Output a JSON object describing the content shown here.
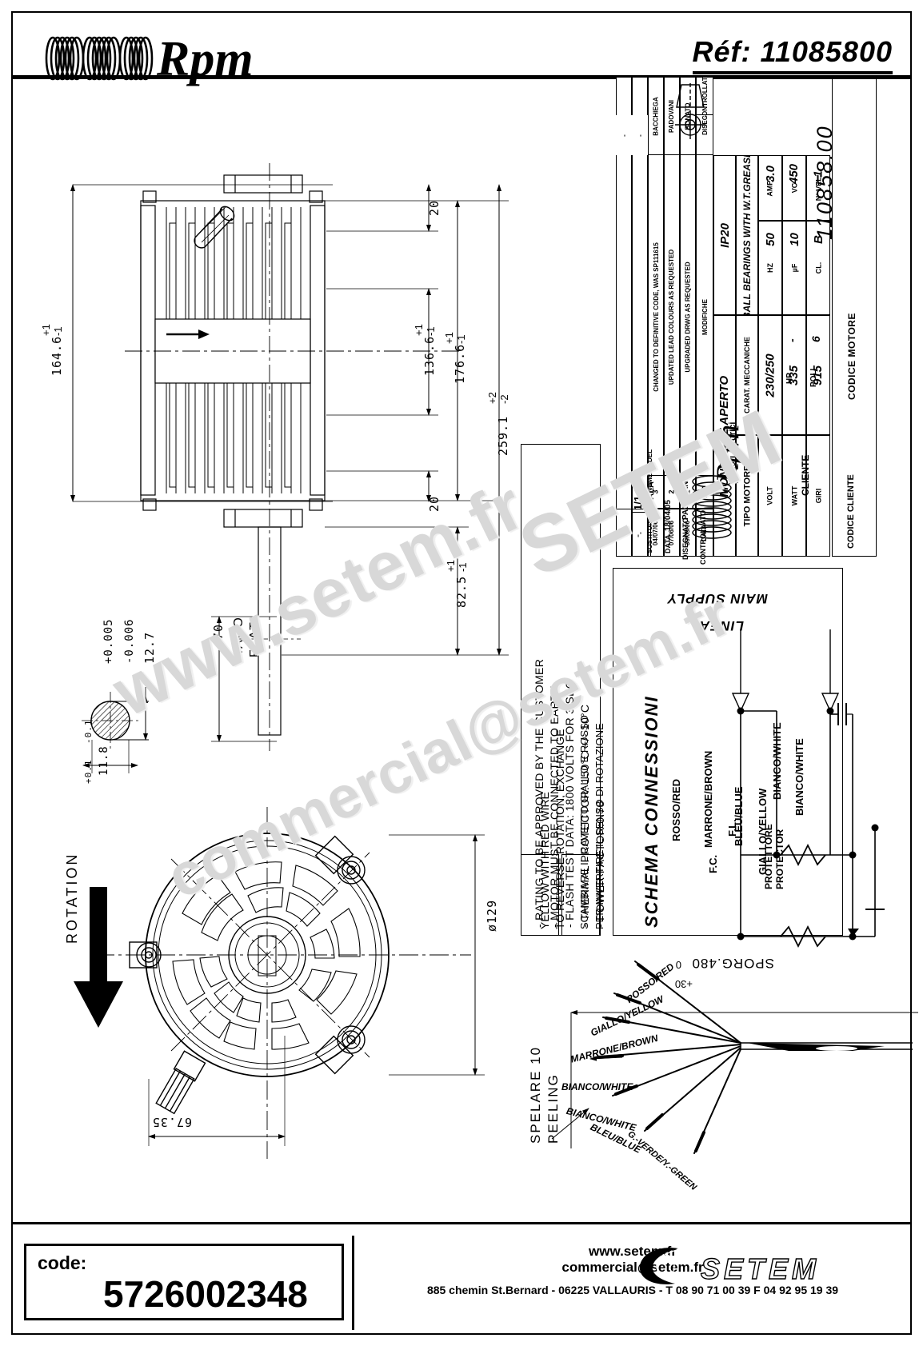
{
  "header": {
    "logo_alt": "Rpm",
    "logo_text": "Rpm",
    "ref_label": "Réf:",
    "ref_number": "11085800",
    "ref_full": "Réf:  11085800"
  },
  "watermark": {
    "line1": "www.setem.fr",
    "line2": "SETEM",
    "line3": "commercial@setem.fr"
  },
  "title_block": {
    "revisions": [
      {
        "index": "3",
        "date": "04/07/06",
        "text": "CHANGED TO DEFINITIVE CODE, WAS SP111615"
      },
      {
        "index": "2",
        "date": "07/06/06",
        "text": "UPDATED LEAD COLOURS AS REQUESTED"
      },
      {
        "index": "1",
        "date": "30/05/06",
        "text": "UPGRADED DRWG AS REQUESTED"
      },
      {
        "index": "IND",
        "date": "DATA",
        "text": "MODIFICHE"
      }
    ],
    "approvers": [
      "BACCHIEGA",
      "PADOVANI",
      "BONATO"
    ],
    "roles": {
      "disegnato": "DISEGNATO",
      "controllato": "CONTROLLATO"
    },
    "tipo_motore_label": "TIPO MOTORE",
    "tipo_motore_value": "MONOFASE APERTO",
    "ip_rating": "IP20",
    "carat_label": "CARAT. MECCANICHE",
    "carat_value": "BALL BEARINGS WITH W.T.GREASE",
    "specs": [
      {
        "label": "VOLT",
        "value": "230/250"
      },
      {
        "label": "HZ",
        "value": "50"
      },
      {
        "label": "AMP.",
        "value": "3.0"
      },
      {
        "label": "WATT",
        "value": "335"
      },
      {
        "label": "HP",
        "value": "-"
      },
      {
        "label": "µF",
        "value": "10"
      },
      {
        "label": "VC",
        "value": "450"
      },
      {
        "label": "GIRI",
        "value": "915"
      },
      {
        "label": "POLI",
        "value": "6"
      },
      {
        "label": "CL.",
        "value": "B"
      },
      {
        "label": "N° VEL.",
        "value": "1"
      }
    ],
    "cliente_label": "CLIENTE",
    "codice_cliente_label": "CODICE CLIENTE",
    "codice_motore_label": "CODICE MOTORE",
    "codice_motore_value": "110858.00",
    "brand_name": "Rpm",
    "brand_sub": "motori elettrici",
    "sost_label": "SOSTITUISCE PARI NUMERO DEL",
    "sost_value": "-",
    "data_label": "DATA",
    "data_value": "18/04/05",
    "scala_label": "SCALA",
    "scala_value": "1/1",
    "disegnato_label": "DISEGNATO",
    "disegnato_value": "PADOVANI",
    "controllato_label": "CONTROLLATO",
    "controllato_value": ""
  },
  "notes": {
    "technical": [
      "- POWER FACTOR:0.78",
      "- THERMAL PROTECTOR: 150°C +/- 10°C",
      "- FLASH TEST DATA: 1800 VOLTS FOR 3 SEC",
      "- MOTOR MUST BE CONNECTED TO EARTH",
      "- RATING TO BE APPROVED BY THE CUSTOMER"
    ],
    "rotation_en": [
      "TO REVERSE ROTATION, EXCHANGE",
      "YELLOW WITH RED WIRE"
    ],
    "rotation_it": [
      "PER INVERTIRE IL SENSO DI ROTAZIONE",
      "SCAMBIARE IL CAVETTO GIALLO E ROSSO"
    ]
  },
  "wiring": {
    "title": "SCHEMA CONNESSIONI",
    "main_supply": "MAIN SUPPLY",
    "linea": "LINEA",
    "wires": [
      "ROSSO/RED",
      "MARRONE/BROWN",
      "BLEU/BLUE",
      "GIALLO/YELLOW",
      "BIANCO/WHITE",
      "BIANCO/WHITE"
    ],
    "components": [
      "F.C.",
      "F.L."
    ],
    "protector_it": "PROTETTORE",
    "protector_en": "PROTECTOR"
  },
  "lead_fan": {
    "spelare": "SPELARE 10",
    "peeling": "PEELING",
    "length_label": "SPORG.480",
    "tol_plus": "+30",
    "tol_minus": "0",
    "leads": [
      "ROSSO/RED",
      "GIALLO/YELLOW",
      "MARRONE/BROWN",
      "BIANCO/WHITE",
      "BIANCO/WHITE",
      "BLEU/BLUE",
      "G.-VERDE/Y.-GREEN"
    ]
  },
  "dimensions": {
    "side_view": [
      {
        "value": "164.6",
        "tol_plus": "+1",
        "tol_minus": "-1"
      },
      {
        "value": "136.6",
        "tol_plus": "+1",
        "tol_minus": "-1"
      },
      {
        "value": "176.6",
        "tol_plus": "+1",
        "tol_minus": "-1"
      },
      {
        "value": "259.1",
        "tol_plus": "+2",
        "tol_minus": "-2"
      },
      {
        "value": "82.5",
        "tol_plus": "+1",
        "tol_minus": "-1"
      },
      {
        "value": "20",
        "tol_plus": "",
        "tol_minus": ""
      },
      {
        "value": "20",
        "tol_plus": "",
        "tol_minus": ""
      },
      {
        "value": "70",
        "tol_plus": "",
        "tol_minus": ""
      }
    ],
    "shaft": [
      {
        "value": "12.7",
        "tol_plus": "+0.005",
        "tol_minus": "-0.006"
      },
      {
        "value": "11.8",
        "tol_plus": "+0.1",
        "tol_minus": "-0.1"
      }
    ],
    "front_view": [
      {
        "value": "ø129",
        "tol_plus": "",
        "tol_minus": ""
      },
      {
        "value": "67.35",
        "tol_plus": "",
        "tol_minus": ""
      }
    ],
    "flat_label_it": "PIANO",
    "flat_label_en": "FLAT",
    "rotation_label": "ROTATION"
  },
  "footer": {
    "code_label": "code:",
    "code_value": "5726002348",
    "website": "www.setem.fr",
    "email": "commercial@setem.fr",
    "address": "885 chemin St.Bernard  -  06225 VALLAURIS  -  T 08 90 71 00 39   F 04 92 95 19 39",
    "logo_text": "SETEM"
  }
}
